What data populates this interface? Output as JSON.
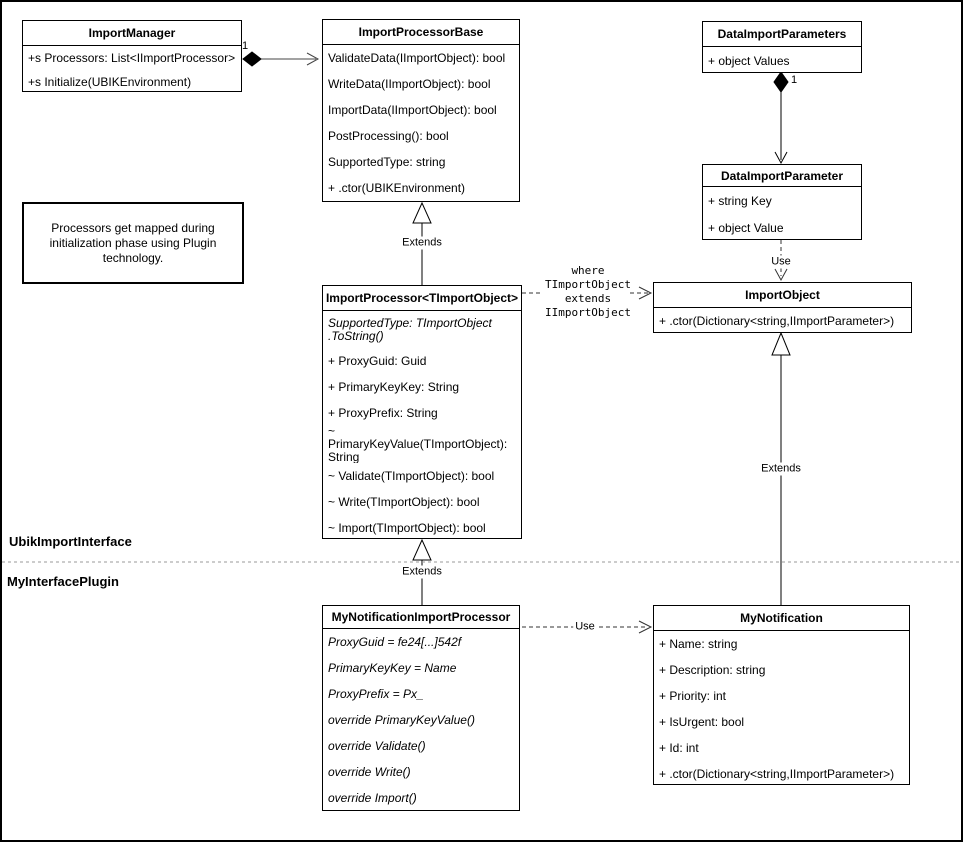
{
  "sections": {
    "top_label": "UbikImportInterface",
    "bottom_label": "MyInterfacePlugin"
  },
  "note": {
    "text": "Processors get mapped during initialization phase using Plugin technology."
  },
  "edges": {
    "base_extends": "Extends",
    "processor_extends": "Extends",
    "importobject_extends": "Extends",
    "param_use": "Use",
    "notification_use": "Use",
    "manager_composition_mult": "1",
    "params_composition_mult": "1",
    "constraint": [
      "where",
      "TImportObject",
      "extends",
      "IImportObject"
    ]
  },
  "colors": {
    "line": "#000000",
    "divider": "#999999",
    "background": "#ffffff"
  },
  "classes": {
    "import_manager": {
      "title": "ImportManager",
      "members": [
        "+s Processors: List<IImportProcessor>",
        "+s Initialize(UBIKEnvironment)"
      ]
    },
    "import_processor_base": {
      "title": "ImportProcessorBase",
      "members": [
        "ValidateData(IImportObject): bool",
        "WriteData(IImportObject): bool",
        "ImportData(IImportObject): bool",
        "PostProcessing(): bool",
        "SupportedType: string",
        "+ .ctor(UBIKEnvironment)"
      ]
    },
    "data_import_parameters": {
      "title": "DataImportParameters",
      "members": [
        "+ object Values"
      ]
    },
    "data_import_parameter": {
      "title": "DataImportParameter",
      "members": [
        "+ string Key",
        "+ object Value"
      ]
    },
    "import_object": {
      "title": "ImportObject",
      "members": [
        "+ .ctor(Dictionary<string,IImportParameter>)"
      ]
    },
    "import_processor": {
      "title": "ImportProcessor<TImportObject>",
      "members": [
        "SupportedType: TImportObject .ToString()",
        "+ ProxyGuid: Guid",
        "+ PrimaryKeyKey: String",
        "+ ProxyPrefix: String",
        "~ PrimaryKeyValue(TImportObject): String",
        "~ Validate(TImportObject): bool",
        "~ Write(TImportObject): bool",
        "~ Import(TImportObject): bool"
      ]
    },
    "my_notification_import_processor": {
      "title": "MyNotificationImportProcessor",
      "members": [
        "ProxyGuid = fe24[...]542f",
        "PrimaryKeyKey = Name",
        "ProxyPrefix = Px_",
        "override PrimaryKeyValue()",
        "override Validate()",
        "override Write()",
        "override Import()"
      ]
    },
    "my_notification": {
      "title": "MyNotification",
      "members": [
        "+ Name: string",
        "+ Description: string",
        "+ Priority: int",
        "+ IsUrgent: bool",
        "+ Id: int",
        "+ .ctor(Dictionary<string,IImportParameter>)"
      ]
    }
  }
}
